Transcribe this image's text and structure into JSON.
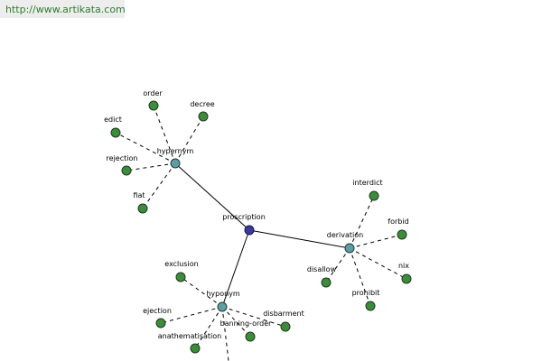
{
  "source": {
    "url": "http://www.artikata.com"
  },
  "colors": {
    "leaf": "#3c8c3c",
    "hub": "#5f9ea0",
    "root": "#3a3a9a",
    "edge": "#000000",
    "link_text": "#2e7d2e"
  },
  "graph": {
    "nodes": [
      {
        "id": "prescription",
        "label": "proscription",
        "kind": "root"
      },
      {
        "id": "hypernym",
        "label": "hypernym",
        "kind": "hub"
      },
      {
        "id": "derivation",
        "label": "derivation",
        "kind": "hub"
      },
      {
        "id": "hyponym",
        "label": "hyponym",
        "kind": "hub"
      },
      {
        "id": "order",
        "label": "order",
        "kind": "leaf"
      },
      {
        "id": "decree",
        "label": "decree",
        "kind": "leaf"
      },
      {
        "id": "edict",
        "label": "edict",
        "kind": "leaf"
      },
      {
        "id": "rejection",
        "label": "rejection",
        "kind": "leaf"
      },
      {
        "id": "fiat",
        "label": "fiat",
        "kind": "leaf"
      },
      {
        "id": "interdict",
        "label": "interdict",
        "kind": "leaf"
      },
      {
        "id": "forbid",
        "label": "forbid",
        "kind": "leaf"
      },
      {
        "id": "nix",
        "label": "nix",
        "kind": "leaf"
      },
      {
        "id": "prohibit",
        "label": "prohibit",
        "kind": "leaf"
      },
      {
        "id": "disallow",
        "label": "disallow",
        "kind": "leaf"
      },
      {
        "id": "exclusion",
        "label": "exclusion",
        "kind": "leaf"
      },
      {
        "id": "ejection",
        "label": "ejection",
        "kind": "leaf"
      },
      {
        "id": "anathematisation",
        "label": "anathematisation",
        "kind": "leaf"
      },
      {
        "id": "banning-order",
        "label": "banning-order",
        "kind": "leaf"
      },
      {
        "id": "disbarment",
        "label": "disbarment",
        "kind": "leaf"
      },
      {
        "id": "offscreen",
        "label": "",
        "kind": "hidden"
      }
    ],
    "edges": [
      {
        "from": "prescription",
        "to": "hypernym",
        "style": "solid"
      },
      {
        "from": "prescription",
        "to": "derivation",
        "style": "solid"
      },
      {
        "from": "prescription",
        "to": "hyponym",
        "style": "solid"
      },
      {
        "from": "hypernym",
        "to": "order",
        "style": "dashed"
      },
      {
        "from": "hypernym",
        "to": "decree",
        "style": "dashed"
      },
      {
        "from": "hypernym",
        "to": "edict",
        "style": "dashed"
      },
      {
        "from": "hypernym",
        "to": "rejection",
        "style": "dashed"
      },
      {
        "from": "hypernym",
        "to": "fiat",
        "style": "dashed"
      },
      {
        "from": "derivation",
        "to": "interdict",
        "style": "dashed"
      },
      {
        "from": "derivation",
        "to": "forbid",
        "style": "dashed"
      },
      {
        "from": "derivation",
        "to": "nix",
        "style": "dashed"
      },
      {
        "from": "derivation",
        "to": "prohibit",
        "style": "dashed"
      },
      {
        "from": "derivation",
        "to": "disallow",
        "style": "dashed"
      },
      {
        "from": "hyponym",
        "to": "exclusion",
        "style": "dashed"
      },
      {
        "from": "hyponym",
        "to": "ejection",
        "style": "dashed"
      },
      {
        "from": "hyponym",
        "to": "anathematisation",
        "style": "dashed"
      },
      {
        "from": "hyponym",
        "to": "banning-order",
        "style": "dashed"
      },
      {
        "from": "hyponym",
        "to": "disbarment",
        "style": "dashed"
      },
      {
        "from": "hyponym",
        "to": "offscreen",
        "style": "dashed"
      }
    ]
  }
}
